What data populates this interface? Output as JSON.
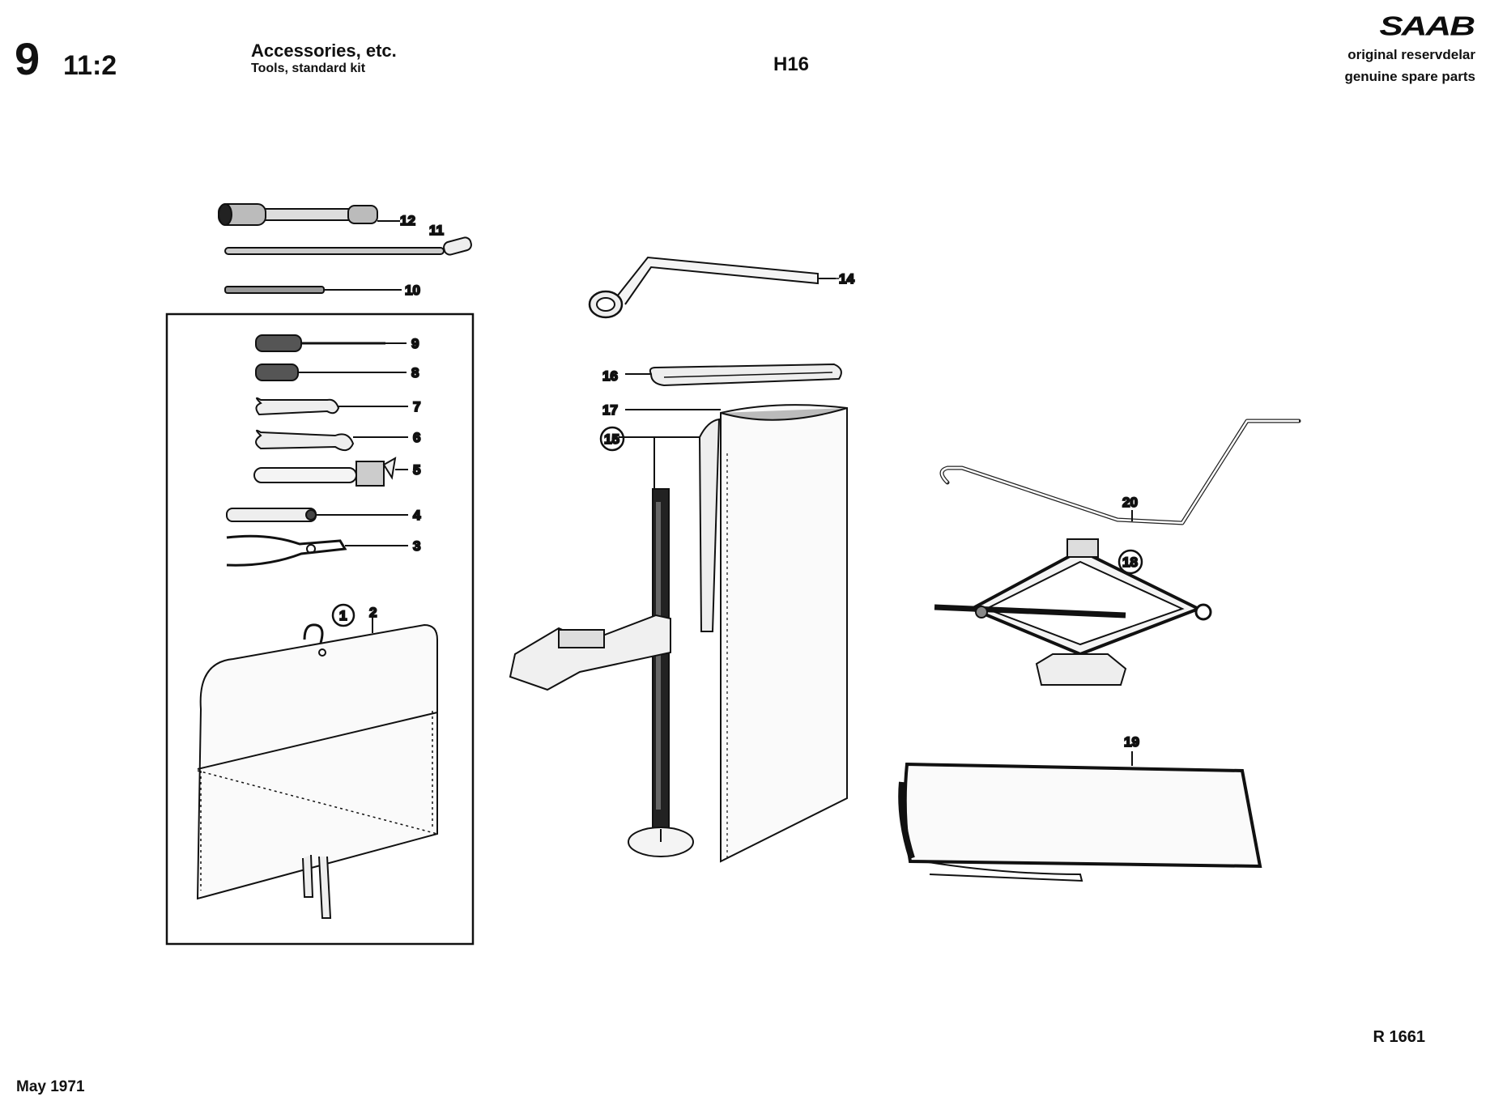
{
  "header": {
    "group": "9",
    "section": "11:2",
    "title": "Accessories, etc.",
    "subtitle": "Tools, standard kit",
    "model": "H16",
    "brand": "SAAB",
    "brand_line1": "original reservdelar",
    "brand_line2": "genuine spare parts"
  },
  "footer": {
    "date": "May 1971",
    "drawing_ref": "R 1661"
  },
  "callouts": {
    "c1": "1",
    "c2": "2",
    "c3": "3",
    "c4": "4",
    "c5": "5",
    "c6": "6",
    "c7": "7",
    "c8": "8",
    "c9": "9",
    "c10": "10",
    "c11": "11",
    "c12": "12",
    "c14": "14",
    "c15": "15",
    "c16": "16",
    "c17": "17",
    "c18": "18",
    "c19": "19",
    "c20": "20"
  }
}
